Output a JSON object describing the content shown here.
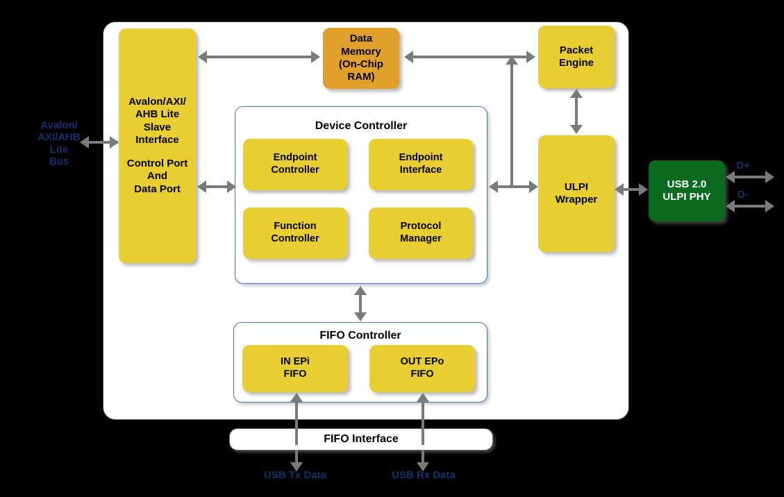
{
  "diagram": {
    "title": "USB 2.0 Device Controller Block Diagram",
    "colors": {
      "block_yellow": "#E8CE30",
      "block_orange": "#E0A02B",
      "block_green": "#0A6B1E",
      "panel_border_blue": "#4472C4",
      "connector_gray": "#7A7A7A",
      "container_white": "#FFFFFF",
      "background_black": "#000000",
      "external_label_text": "#15306B"
    }
  },
  "external": {
    "bus_label": "Avalon/\nAXI/AHB\nLite\nBus",
    "bus_label_lines": [
      "Avalon/",
      "AXI/AHB",
      "Lite",
      "Bus"
    ],
    "dplus_label": "D+",
    "dminus_label": "D-",
    "usb_tx_label": "USB Tx Data",
    "usb_rx_label": "USB Rx Data"
  },
  "blocks": {
    "slave_interface": {
      "line1": "Avalon/AXI/",
      "line2": "AHB Lite",
      "line3": "Slave",
      "line4": "Interface",
      "line5": "Control Port",
      "line6": "And",
      "line7": "Data Port",
      "full": "Avalon/AXI/AHB Lite Slave Interface  Control Port And Data Port"
    },
    "data_memory": {
      "line1": "Data",
      "line2": "Memory",
      "line3": "(On-Chip",
      "line4": "RAM)",
      "full": "Data Memory (On-Chip RAM)"
    },
    "packet_engine": {
      "line1": "Packet",
      "line2": "Engine",
      "full": "Packet Engine"
    },
    "ulpi_wrapper": {
      "line1": "ULPI",
      "line2": "Wrapper",
      "full": "ULPI Wrapper"
    },
    "usb_phy": {
      "line1": "USB 2.0",
      "line2": "ULPI PHY",
      "full": "USB 2.0 ULPI PHY"
    }
  },
  "device_controller": {
    "title": "Device Controller",
    "children": [
      {
        "line1": "Endpoint",
        "line2": "Controller",
        "full": "Endpoint Controller"
      },
      {
        "line1": "Endpoint",
        "line2": "Interface",
        "full": "Endpoint Interface"
      },
      {
        "line1": "Function",
        "line2": "Controller",
        "full": "Function Controller"
      },
      {
        "line1": "Protocol",
        "line2": "Manager",
        "full": "Protocol Manager"
      }
    ]
  },
  "fifo_controller": {
    "title": "FIFO Controller",
    "children": [
      {
        "line1": "IN EPi",
        "line2": "FIFO",
        "full": "IN EPi FIFO"
      },
      {
        "line1": "OUT EPo",
        "line2": "FIFO",
        "full": "OUT EPo FIFO"
      }
    ]
  },
  "fifo_interface": {
    "label": "FIFO Interface"
  }
}
